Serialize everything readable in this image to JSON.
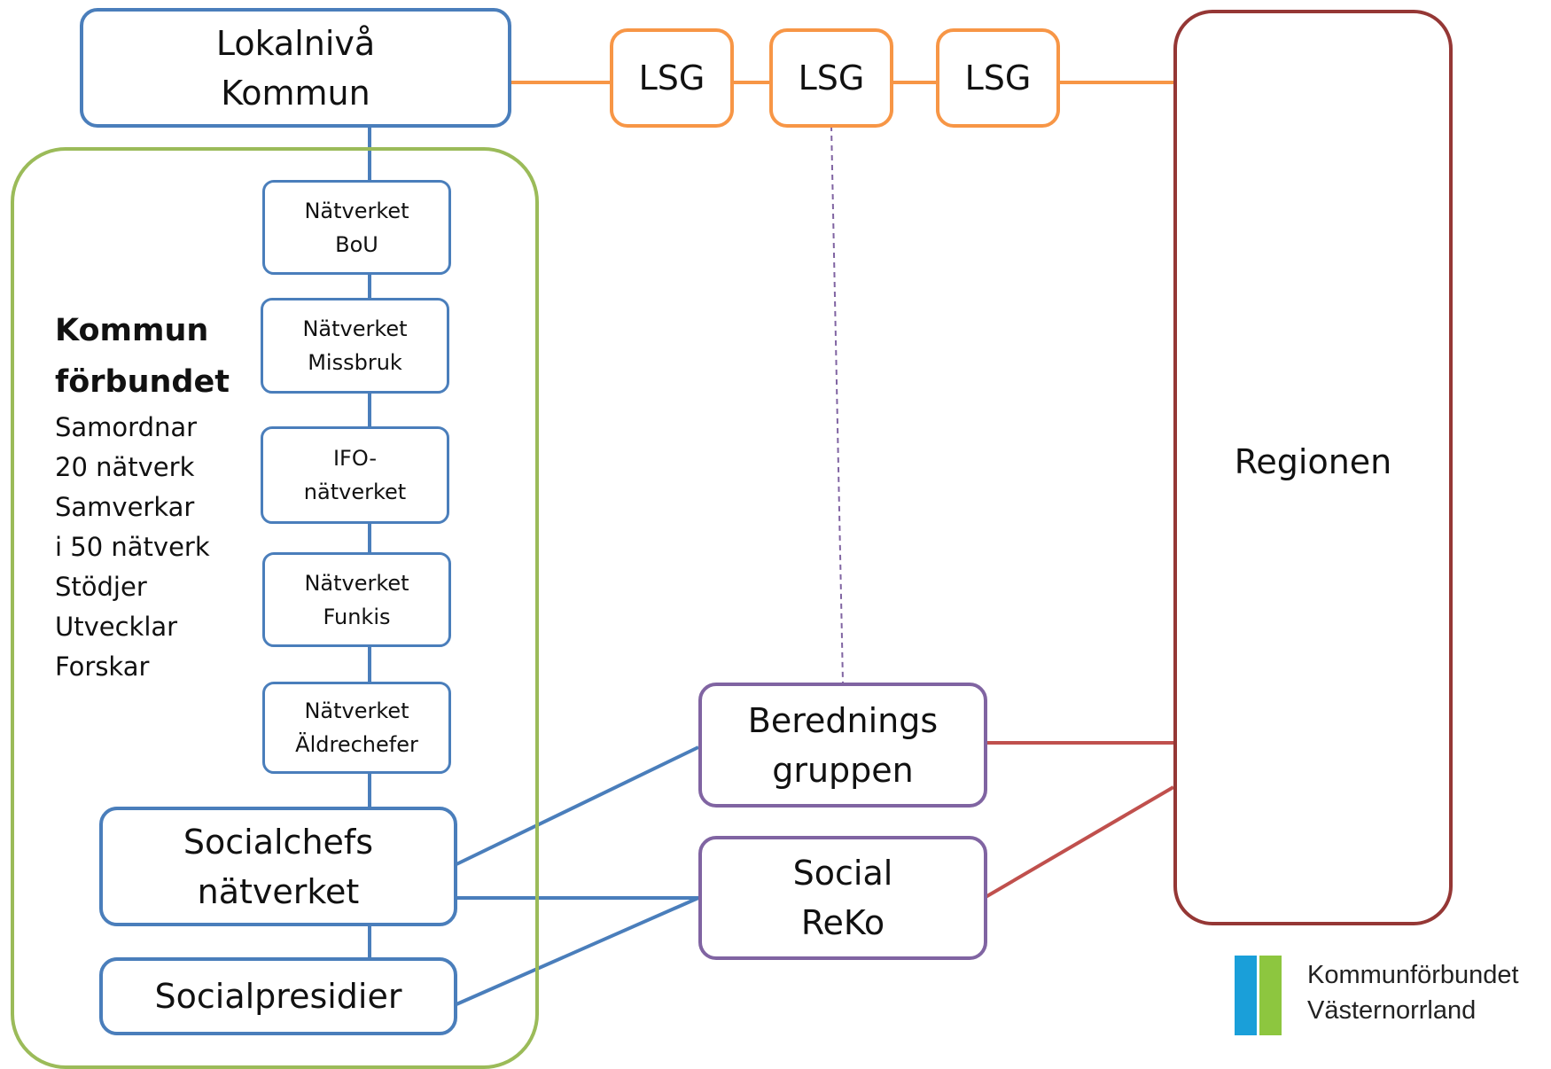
{
  "top": {
    "line1": "Lokalnivå",
    "line2": "Kommun"
  },
  "lsg": [
    "LSG",
    "LSG",
    "LSG"
  ],
  "region": "Regionen",
  "sidebar": {
    "title_line1": "Kommun",
    "title_line2": "förbundet",
    "lines": [
      "Samordnar",
      "20 nätverk",
      "Samverkar",
      "i 50 nätverk",
      "Stödjer",
      "Utvecklar",
      "Forskar"
    ]
  },
  "networks": [
    {
      "line1": "Nätverket",
      "line2": "BoU"
    },
    {
      "line1": "Nätverket",
      "line2": "Missbruk"
    },
    {
      "line1": "IFO-",
      "line2": "nätverket"
    },
    {
      "line1": "Nätverket",
      "line2": "Funkis"
    },
    {
      "line1": "Nätverket",
      "line2": "Äldrechefer"
    }
  ],
  "socialchefs": {
    "line1": "Socialchefs",
    "line2": "nätverket"
  },
  "socialpresidier": "Socialpresidier",
  "beredning": {
    "line1": "Berednings",
    "line2": "gruppen"
  },
  "reko": {
    "line1": "Social",
    "line2": "ReKo"
  },
  "logo": {
    "line1": "Kommunförbundet",
    "line2": "Västernorrland"
  },
  "colors": {
    "blue": "#4a7ebb",
    "orange": "#f79646",
    "purple": "#8064a2",
    "maroon": "#953735",
    "red_connector": "#c0504d",
    "green": "#9bbb59",
    "logo_blue": "#1a9fd9",
    "logo_green": "#8dc63f"
  }
}
